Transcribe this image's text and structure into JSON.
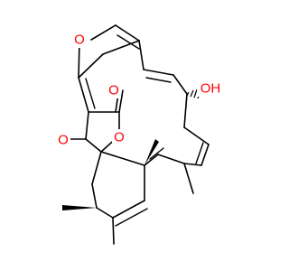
{
  "molecule": {
    "atom_labels": {
      "ether_oxygen": "O",
      "ketone_oxygen_upper": "O",
      "ketone_oxygen_left": "O",
      "lactone_ring_oxygen": "O",
      "hydroxyl": "OH"
    },
    "colors": {
      "bond": "#000000",
      "heteroatom": "#ff0000",
      "background": "#ffffff"
    }
  }
}
